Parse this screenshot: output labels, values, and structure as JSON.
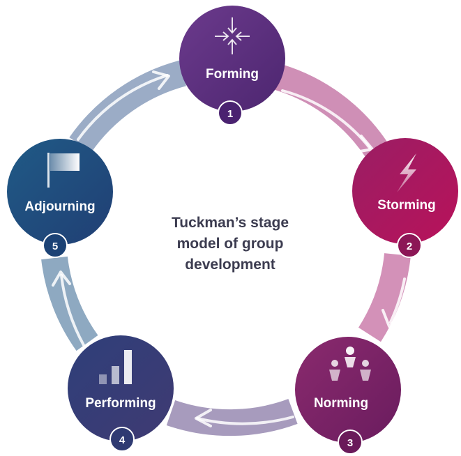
{
  "title_lines": [
    "Tuckman’s stage",
    "model of group",
    "development"
  ],
  "stages": [
    {
      "label": "Forming",
      "number": "1",
      "icon": "converge-arrows-icon"
    },
    {
      "label": "Storming",
      "number": "2",
      "icon": "lightning-icon"
    },
    {
      "label": "Norming",
      "number": "3",
      "icon": "people-group-icon"
    },
    {
      "label": "Performing",
      "number": "4",
      "icon": "bar-chart-icon"
    },
    {
      "label": "Adjourning",
      "number": "5",
      "icon": "flag-icon"
    }
  ],
  "colors": {
    "forming": "#5b2f7e",
    "storming": "#a8195f",
    "norming": "#7b1f66",
    "performing": "#363f76",
    "adjourning": "#1d4b7a",
    "center_text": "#3c3c50"
  }
}
